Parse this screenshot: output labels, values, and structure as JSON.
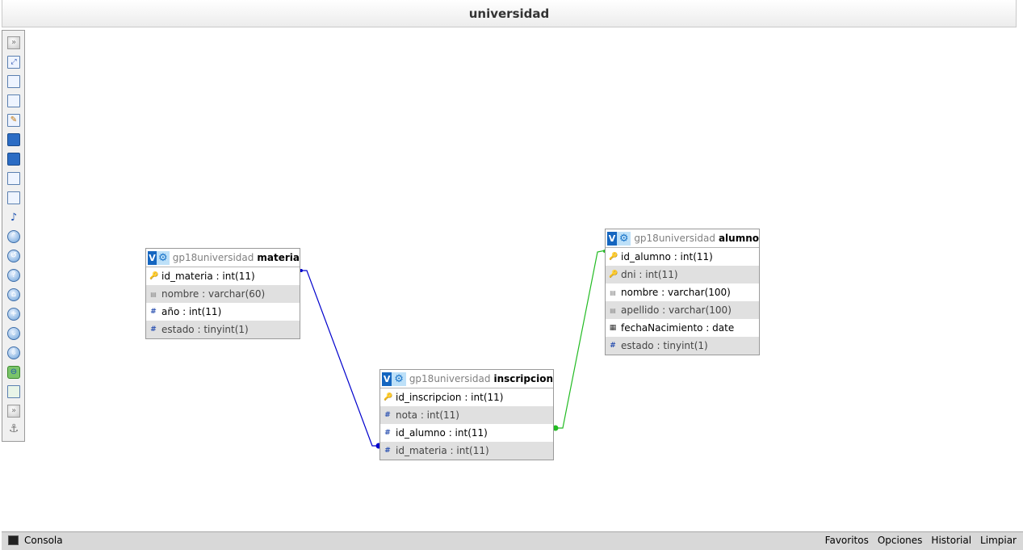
{
  "header": {
    "title": "universidad"
  },
  "toolbar": {
    "icons": [
      "toggle-menu",
      "fit-to-screen",
      "add-table",
      "add-page",
      "edit",
      "save",
      "save-as",
      "delete-page",
      "export",
      "relation",
      "toggle-keys",
      "toggle-angular",
      "help",
      "toggle-relations",
      "toggle-grid",
      "toggle-shown",
      "toggle-small",
      "toggle-lines",
      "export-schema",
      "collapse",
      "anchor"
    ]
  },
  "tables": [
    {
      "db": "gp18universidad",
      "name": "materia",
      "columns": [
        {
          "icon": "key",
          "label": "id_materia : int(11)"
        },
        {
          "icon": "text",
          "label": "nombre : varchar(60)"
        },
        {
          "icon": "hash",
          "label": "año : int(11)"
        },
        {
          "icon": "hash",
          "label": "estado : tinyint(1)"
        }
      ]
    },
    {
      "db": "gp18universidad",
      "name": "alumno",
      "columns": [
        {
          "icon": "key",
          "label": "id_alumno : int(11)"
        },
        {
          "icon": "key",
          "label": "dni : int(11)"
        },
        {
          "icon": "text",
          "label": "nombre : varchar(100)"
        },
        {
          "icon": "text",
          "label": "apellido : varchar(100)"
        },
        {
          "icon": "date",
          "label": "fechaNacimiento : date"
        },
        {
          "icon": "hash",
          "label": "estado : tinyint(1)"
        }
      ]
    },
    {
      "db": "gp18universidad",
      "name": "inscripcion",
      "columns": [
        {
          "icon": "key",
          "label": "id_inscripcion : int(11)"
        },
        {
          "icon": "hash",
          "label": "nota : int(11)"
        },
        {
          "icon": "hash",
          "label": "id_alumno : int(11)"
        },
        {
          "icon": "hash",
          "label": "id_materia : int(11)"
        }
      ]
    }
  ],
  "table_header_labels": {
    "v_button": "V",
    "gear_glyph": "⚙"
  },
  "relations": [
    {
      "from": "materia.id_materia",
      "to": "inscripcion.id_materia",
      "color": "#0000cc"
    },
    {
      "from": "alumno.id_alumno",
      "to": "inscripcion.id_alumno",
      "color": "#22bb22"
    }
  ],
  "status_bar": {
    "console_label": "Consola",
    "links": [
      "Favoritos",
      "Opciones",
      "Historial",
      "Limpiar"
    ]
  },
  "colors": {
    "accent": "#1566c0",
    "relation_blue": "#0000cc",
    "relation_green": "#22bb22"
  }
}
